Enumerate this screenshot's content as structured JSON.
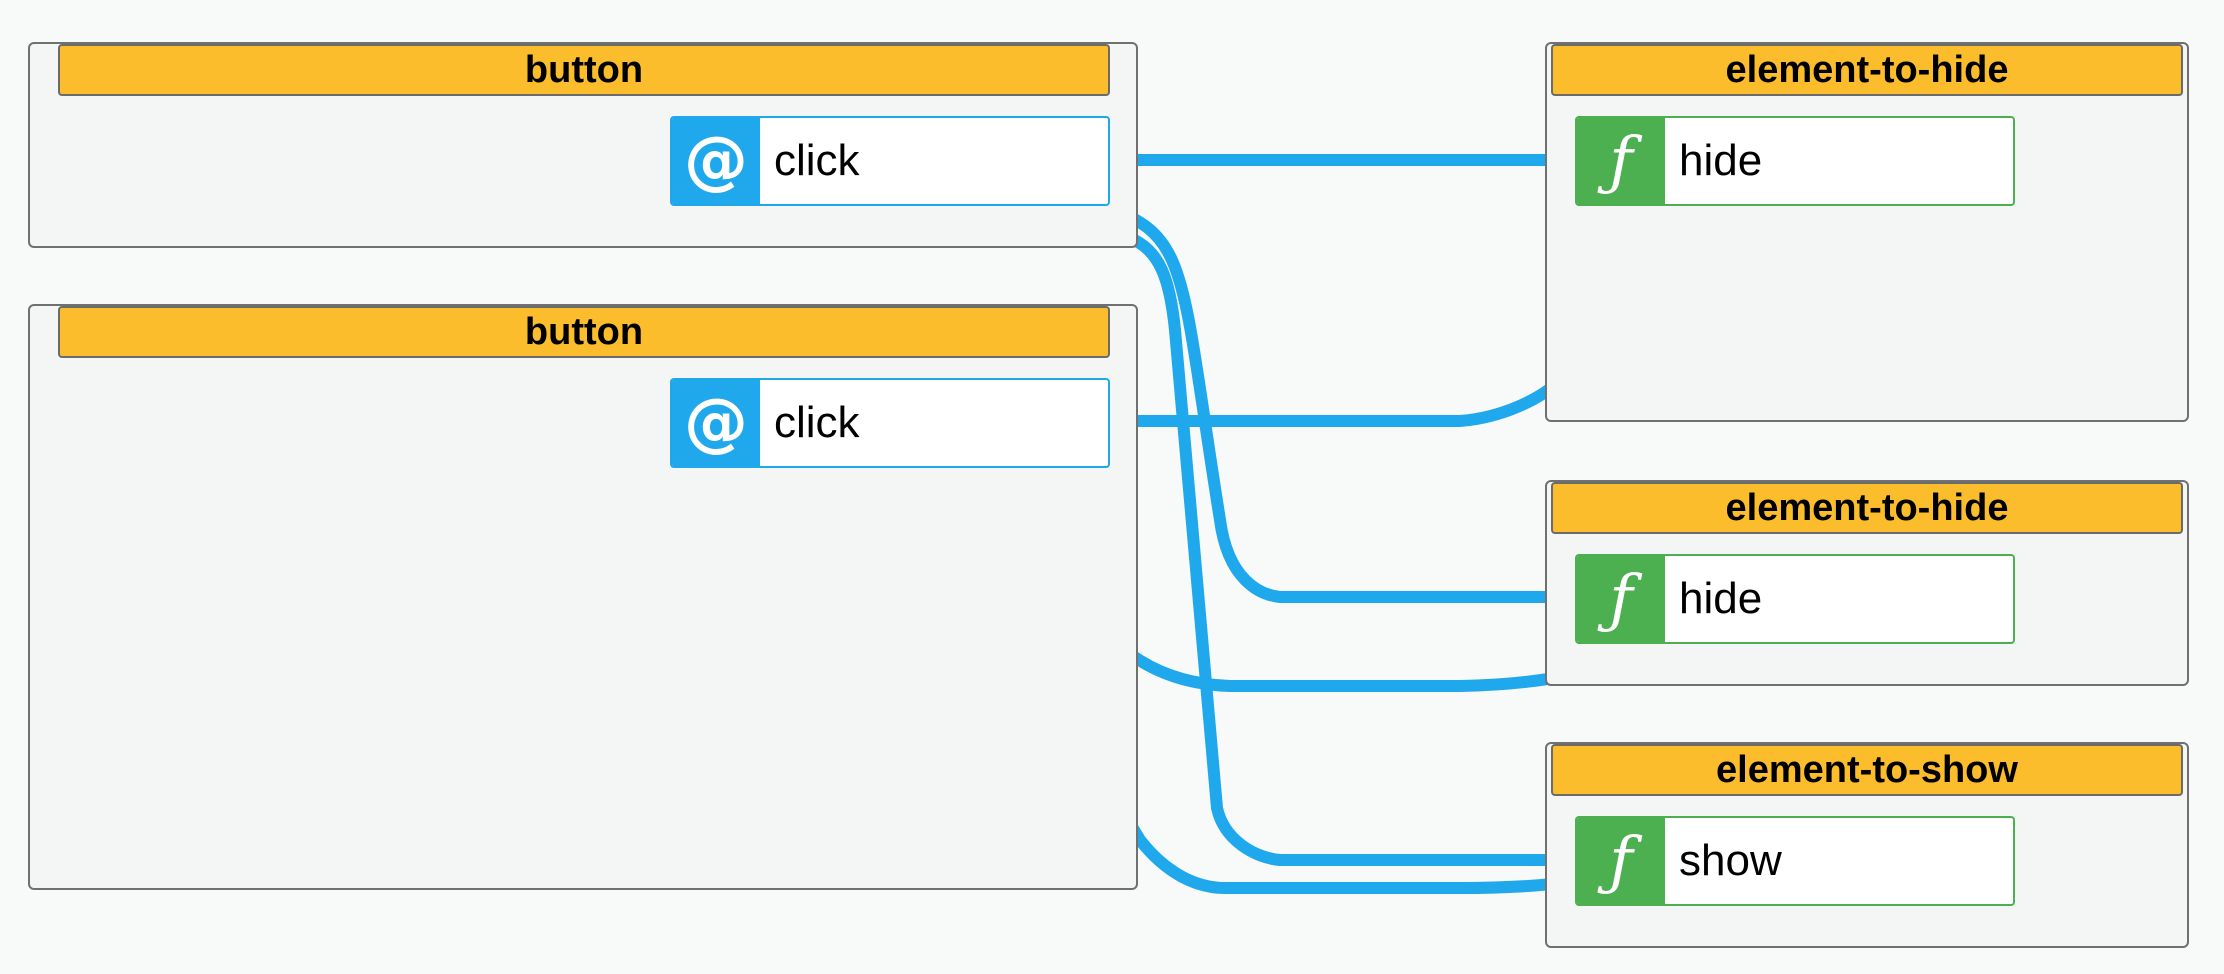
{
  "theme": {
    "header_color": "#fbbd2c",
    "event_color": "#1fa8ec",
    "action_color": "#4caf50",
    "wire_color": "#1fa8ec"
  },
  "nodes": [
    {
      "title": "button",
      "port": {
        "kind": "event",
        "icon": "at-icon",
        "glyph": "@",
        "label": "click"
      }
    },
    {
      "title": "button",
      "port": {
        "kind": "event",
        "icon": "at-icon",
        "glyph": "@",
        "label": "click"
      }
    },
    {
      "title": "element-to-hide",
      "port": {
        "kind": "action",
        "icon": "function-icon",
        "glyph": "ƒ",
        "label": "hide"
      }
    },
    {
      "title": "element-to-hide",
      "port": {
        "kind": "action",
        "icon": "function-icon",
        "glyph": "ƒ",
        "label": "hide"
      }
    },
    {
      "title": "element-to-show",
      "port": {
        "kind": "action",
        "icon": "function-icon",
        "glyph": "ƒ",
        "label": "show"
      }
    }
  ],
  "connections": [
    {
      "from": "button[0].click",
      "to": "element-to-hide[0].hide"
    },
    {
      "from": "button[0].click",
      "to": "element-to-hide[1].hide"
    },
    {
      "from": "button[0].click",
      "to": "element-to-show.show"
    },
    {
      "from": "button[1].click",
      "to": "element-to-hide[0].hide"
    },
    {
      "from": "button[1].click",
      "to": "element-to-hide[1].hide"
    },
    {
      "from": "button[1].click",
      "to": "element-to-show.show"
    }
  ]
}
